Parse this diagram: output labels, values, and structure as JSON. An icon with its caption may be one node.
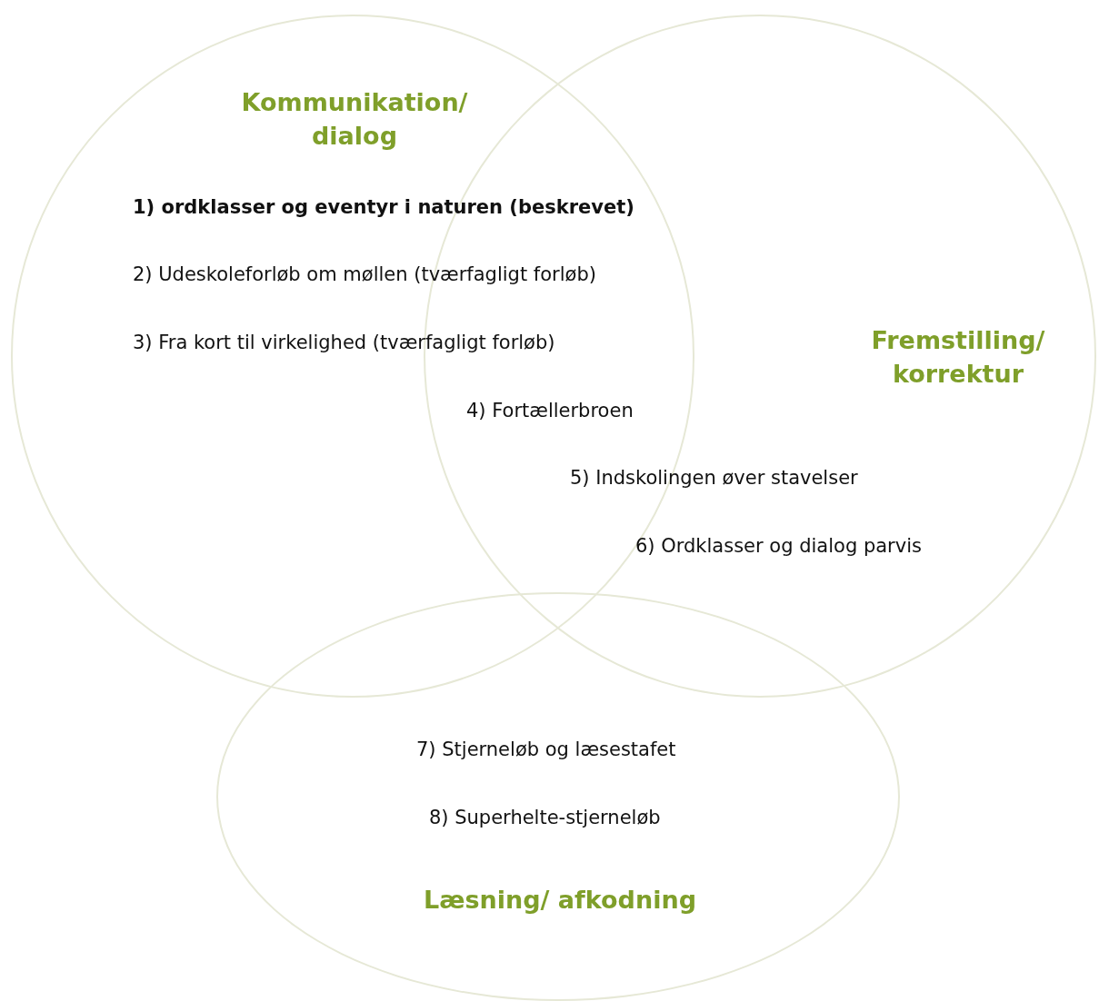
{
  "diagram": {
    "nodes": [
      {
        "text": [
          "Kommunikation/ dialog"
        ]
      },
      {
        "text": [
          "Fremstilling/ korrektur"
        ]
      },
      {
        "text": [
          "Læsning/ afkodning"
        ]
      }
    ],
    "labels": [
      "1) ordklasser og eventyr i naturen (beskrevet)",
      "2) Udeskoleforløb om møllen (tværfagligt forløb)",
      "3) Fra kort til virkelighed (tværfagligt forløb)",
      "4) Fortællerbroen",
      "5) Indskolingen øver stavelser",
      "6) Ordklasser og dialog parvis",
      "7) Stjerneløb og læsestafet",
      "8) Superhelte-stjerneløb"
    ]
  }
}
